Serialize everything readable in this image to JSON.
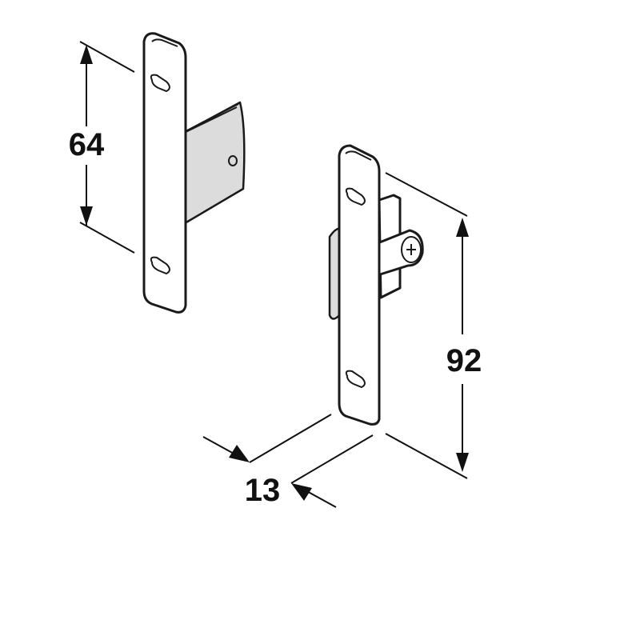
{
  "dimensions": {
    "height_small": "64",
    "height_large": "92",
    "depth": "13"
  },
  "colors": {
    "line": "#1a1a1a",
    "background": "#ffffff",
    "shade": "#dcdcdc"
  }
}
